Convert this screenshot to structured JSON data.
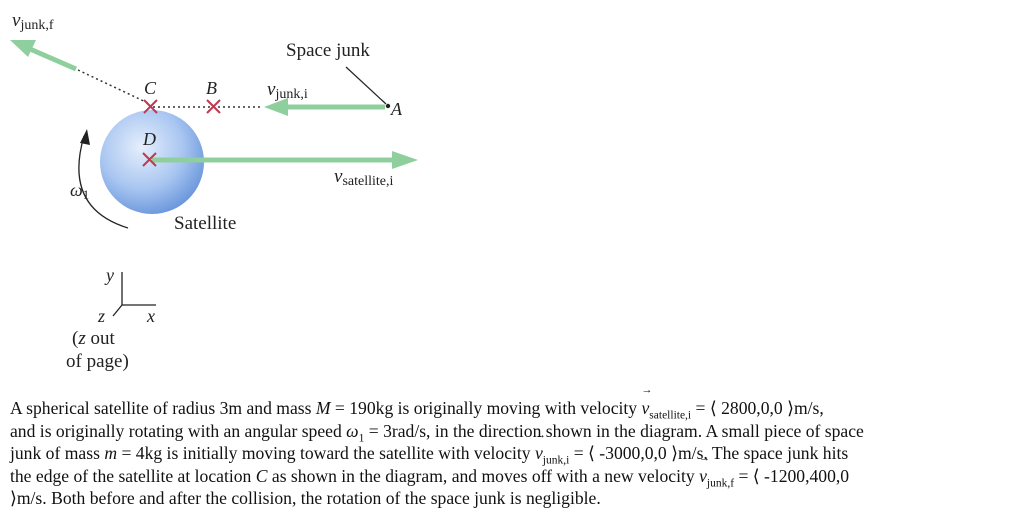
{
  "diagram": {
    "labels": {
      "v_junk_f": "v",
      "v_junk_f_sub": "junk,f",
      "space_junk": "Space junk",
      "point_A": "A",
      "point_B": "B",
      "point_C": "C",
      "point_D": "D",
      "v_junk_i": "v",
      "v_junk_i_sub": "junk,i",
      "v_sat_i": "v",
      "v_sat_i_sub": "satellite,i",
      "omega1": "ω",
      "omega1_sub": "1",
      "satellite": "Satellite"
    },
    "axes": {
      "y": "y",
      "x": "x",
      "z": "z",
      "note_line1": "(z out",
      "note_line2": "of page)"
    },
    "colors": {
      "arrow": "#8fcf9d",
      "marker": "#c0394f",
      "sphere_light": "#dbe8fb",
      "sphere_dark": "#5f8ed8"
    }
  },
  "problem": {
    "s1": "A spherical satellite of radius 3m and mass ",
    "M": "M",
    "eq1": " = 190kg is originally moving with velocity ",
    "v1": "v",
    "v1_sub": "satellite,i",
    "eq2": " = ⟨ 2800,0,0 ⟩m/s,",
    "s2": "and is originally rotating with an angular speed ",
    "w": "ω",
    "w_sub": "1",
    "eq3": " = 3rad/s, in the direction shown in the diagram. A small piece of space",
    "s3": "junk of mass ",
    "m": "m",
    "eq4": " = 4kg is initially moving toward the satellite with velocity ",
    "v2": "v",
    "v2_sub": "junk,i",
    "eq5": " = ⟨ -3000,0,0 ⟩m/s. The space junk hits",
    "s4": "the edge of the satellite at location ",
    "C": "C",
    "s4b": " as shown in the diagram, and moves off with a new velocity ",
    "v3": "v",
    "v3_sub": "junk,f",
    "eq6": " = ⟨ -1200,400,0",
    "s5": "⟩m/s. Both before and after the collision, the rotation of the space junk is negligible."
  }
}
